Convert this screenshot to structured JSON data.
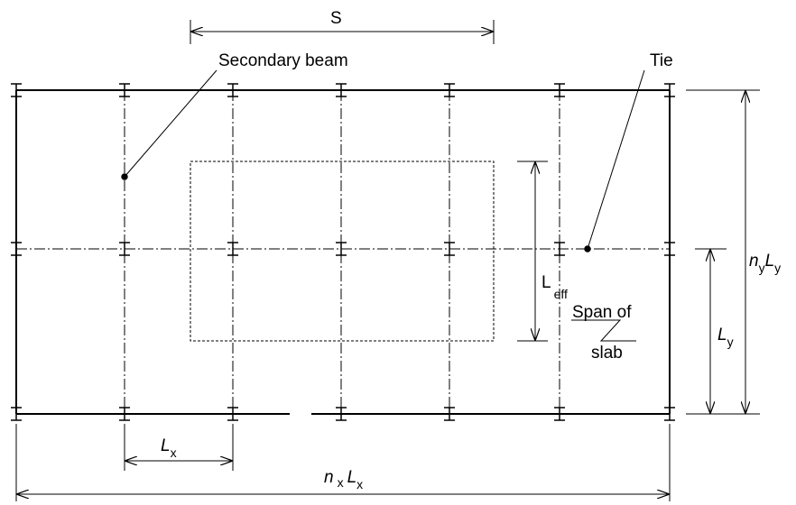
{
  "labels": {
    "secondary_beam": "Secondary beam",
    "tie": "Tie",
    "s": "S",
    "l_eff": {
      "main": "L",
      "sub": "eff"
    },
    "span_of_slab": {
      "line1": "Span of",
      "line2": "slab"
    },
    "ly": {
      "main": "L",
      "sub": "y"
    },
    "ny_ly": {
      "n": "n",
      "n_sub": "y",
      "l": "L",
      "l_sub": "y"
    },
    "lx": {
      "main": "L",
      "sub": "x"
    },
    "nx_lx": {
      "n": "n",
      "n_sub": "x",
      "l": "L",
      "l_sub": "x"
    }
  },
  "colors": {
    "stroke": "#000000",
    "background": "#ffffff"
  }
}
